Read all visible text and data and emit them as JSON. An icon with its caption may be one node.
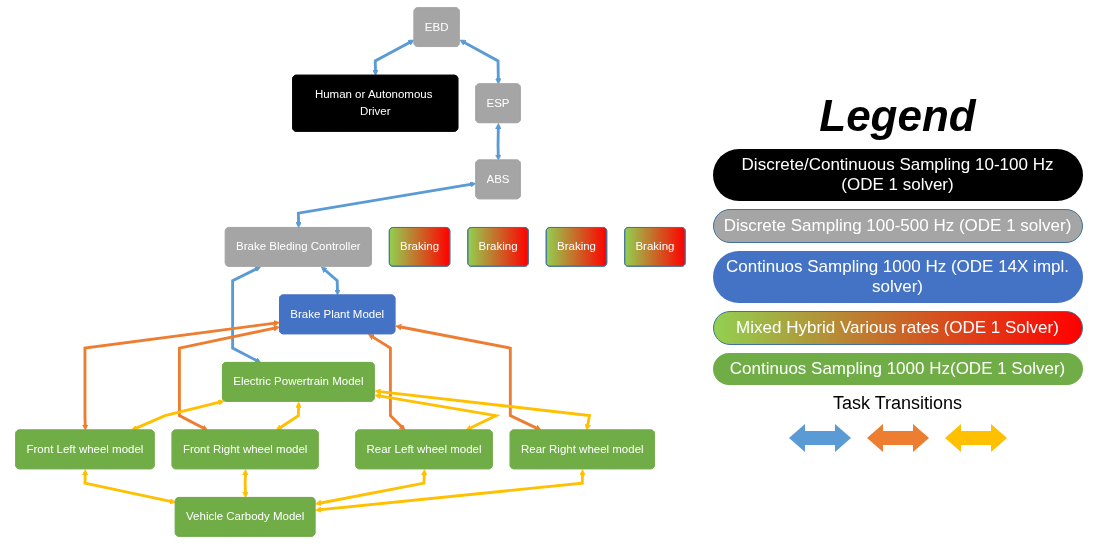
{
  "diagram": {
    "nodes": [
      {
        "text": [
          "EBD"
        ]
      },
      {
        "text": [
          "Human or Autonomous Driver"
        ]
      },
      {
        "text": [
          "ESP"
        ]
      },
      {
        "text": [
          "ABS"
        ]
      },
      {
        "text": [
          "Brake Bleding Controller"
        ]
      },
      {
        "text": [
          "Brake Plant Model"
        ]
      },
      {
        "text": [
          "Electric Powertrain Model"
        ]
      },
      {
        "text": [
          "Braking"
        ]
      },
      {
        "text": [
          "Braking"
        ]
      },
      {
        "text": [
          "Braking"
        ]
      },
      {
        "text": [
          "Braking"
        ]
      },
      {
        "text": [
          "Front Left wheel model"
        ]
      },
      {
        "text": [
          "Front Right wheel model"
        ]
      },
      {
        "text": [
          "Rear Left wheel model"
        ]
      },
      {
        "text": [
          "Rear Right wheel model"
        ]
      },
      {
        "text": [
          "Vehicle Carbody Model"
        ]
      }
    ],
    "edges": [
      {
        "from": 0,
        "to": 1,
        "arrow": "both",
        "color": "#5b9bd5"
      },
      {
        "from": 0,
        "to": 2,
        "arrow": "both",
        "color": "#5b9bd5"
      },
      {
        "from": 2,
        "to": 3,
        "arrow": "both",
        "color": "#5b9bd5"
      },
      {
        "from": 3,
        "to": 4,
        "arrow": "both",
        "color": "#5b9bd5"
      },
      {
        "from": 4,
        "to": 5,
        "arrow": "both",
        "color": "#5b9bd5"
      },
      {
        "from": 4,
        "to": 6,
        "arrow": "both",
        "color": "#5b9bd5"
      },
      {
        "from": 5,
        "to": 11,
        "arrow": "both",
        "color": "#ed7d31"
      },
      {
        "from": 5,
        "to": 12,
        "arrow": "both",
        "color": "#ed7d31"
      },
      {
        "from": 5,
        "to": 13,
        "arrow": "both",
        "color": "#ed7d31"
      },
      {
        "from": 5,
        "to": 14,
        "arrow": "both",
        "color": "#ed7d31"
      },
      {
        "from": 6,
        "to": 11,
        "arrow": "both"
      },
      {
        "from": 6,
        "to": 12,
        "arrow": "both"
      },
      {
        "from": 6,
        "to": 13,
        "arrow": "both"
      },
      {
        "from": 6,
        "to": 14,
        "arrow": "both"
      },
      {
        "from": 11,
        "to": 15,
        "arrow": "both"
      },
      {
        "from": 12,
        "to": 15,
        "arrow": "both"
      },
      {
        "from": 13,
        "to": 15,
        "arrow": "both"
      },
      {
        "from": 14,
        "to": 15,
        "arrow": "both"
      }
    ],
    "labels": [
      "Legend",
      "Task Transitions"
    ],
    "legend": [
      {
        "text": "Discrete/Continuous Sampling 10-100 Hz (ODE 1 solver)",
        "color": "#000000"
      },
      {
        "text": "Discrete Sampling 100-500 Hz (ODE 1 solver)",
        "color": "#a5a5a5"
      },
      {
        "text": "Continuos Sampling 1000 Hz (ODE 14X impl. solver)",
        "color": "#4472c4"
      },
      {
        "text": "Mixed Hybrid Various rates (ODE 1 Solver)",
        "color": "#ff0000"
      },
      {
        "text": "Continuos Sampling 1000 Hz(ODE 1 Solver)",
        "color": "#70ad47"
      }
    ]
  }
}
